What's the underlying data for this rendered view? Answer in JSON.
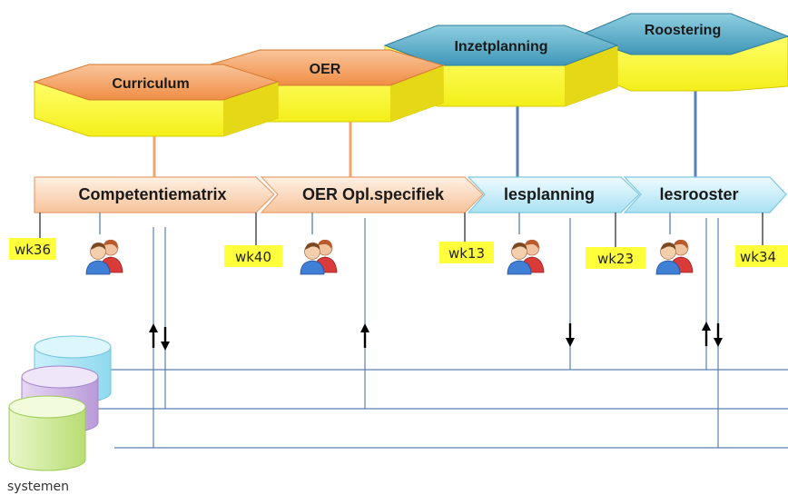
{
  "hexagons": [
    {
      "label": "Curriculum",
      "top_color": "orange"
    },
    {
      "label": "OER",
      "top_color": "orange"
    },
    {
      "label": "Inzetplanning",
      "top_color": "blue"
    },
    {
      "label": "Roostering",
      "top_color": "blue"
    }
  ],
  "process_steps": [
    {
      "label": "Competentiematrix",
      "color": "orange"
    },
    {
      "label": "OER Opl.specifiek",
      "color": "orange"
    },
    {
      "label": "lesplanning",
      "color": "blue"
    },
    {
      "label": "lesrooster",
      "color": "blue"
    }
  ],
  "weeks": [
    "wk36",
    "wk40",
    "wk13",
    "wk23",
    "wk34"
  ],
  "systems_label": "systemen",
  "colors": {
    "orange_light": "#fde6d2",
    "orange_dark": "#f2a36c",
    "blue_light": "#def5fb",
    "blue_dark": "#8fd2e8",
    "hex_yellow": "#fbfb3a",
    "hex_side": "#e5d816",
    "week_bg": "#ffff3c",
    "line_orange": "#f2a36c",
    "line_blue": "#5a7fb5"
  }
}
